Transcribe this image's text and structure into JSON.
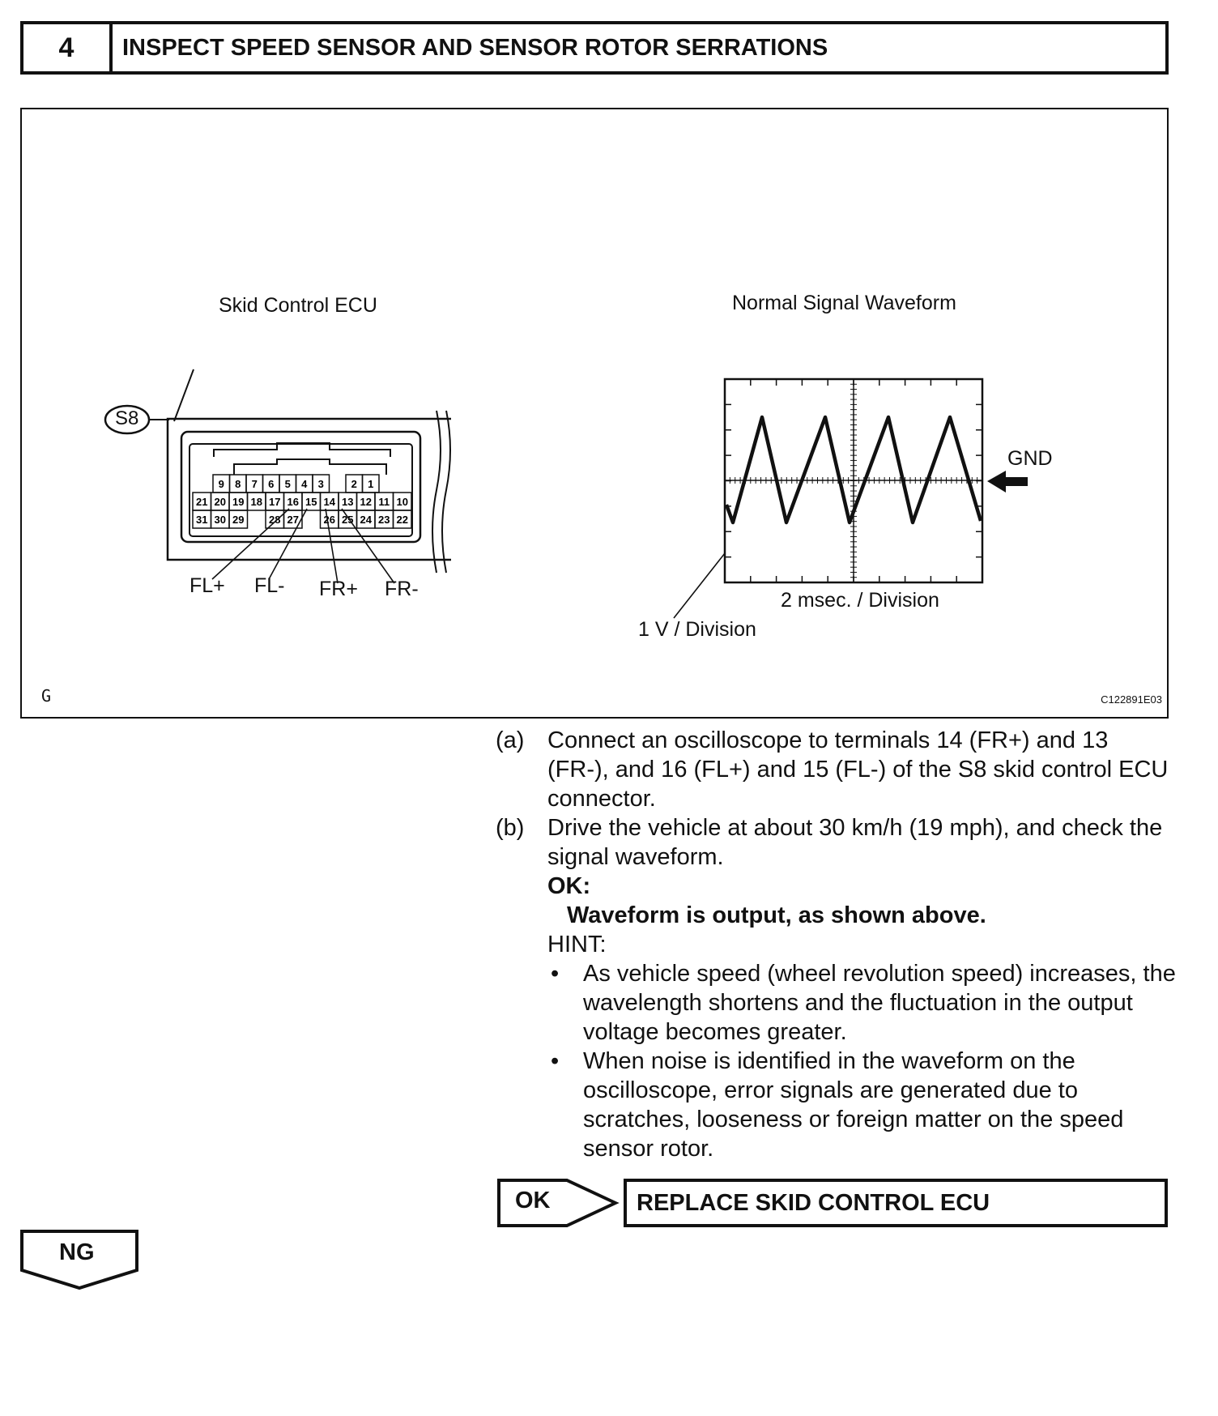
{
  "header": {
    "step_number": "4",
    "title": "INSPECT SPEED SENSOR AND SENSOR ROTOR SERRATIONS"
  },
  "figure": {
    "ecu_title": "Skid Control ECU",
    "connector_id": "S8",
    "pins_row1": [
      "9",
      "8",
      "7",
      "6",
      "5",
      "4",
      "3",
      "",
      "2",
      "1"
    ],
    "pins_row2": [
      "21",
      "20",
      "19",
      "18",
      "17",
      "16",
      "15",
      "14",
      "13",
      "12",
      "11",
      "10"
    ],
    "pins_row3": [
      "31",
      "30",
      "29",
      "",
      "28",
      "27",
      "",
      "26",
      "25",
      "24",
      "23",
      "22"
    ],
    "terminal_labels": {
      "fl_plus": "FL+",
      "fl_minus": "FL-",
      "fr_plus": "FR+",
      "fr_minus": "FR-"
    },
    "waveform_title": "Normal Signal Waveform",
    "gnd_label": "GND",
    "time_div": "2 msec. / Division",
    "volt_div": "1 V / Division",
    "corner_mark": "G",
    "figure_code": "C122891E03"
  },
  "instructions": {
    "a_key": "(a)",
    "a_text": "Connect an oscilloscope to terminals 14 (FR+) and 13 (FR-), and 16 (FL+) and 15 (FL-) of the S8 skid control ECU connector.",
    "b_key": "(b)",
    "b_text": "Drive the vehicle at about 30 km/h (19 mph), and check the signal waveform.",
    "ok_label": "OK:",
    "ok_spec": "Waveform is output, as shown above.",
    "hint_label": "HINT:",
    "bullets": [
      "As vehicle speed (wheel revolution speed) increases, the wavelength shortens and the fluctuation in the output voltage becomes greater.",
      "When noise is identified in the waveform on the oscilloscope, error signals are generated due to scratches, looseness or foreign matter on the speed sensor rotor."
    ],
    "bullet_symbol": "•"
  },
  "results": {
    "ok_label": "OK",
    "ok_action": "REPLACE SKID CONTROL ECU",
    "ng_label": "NG"
  }
}
